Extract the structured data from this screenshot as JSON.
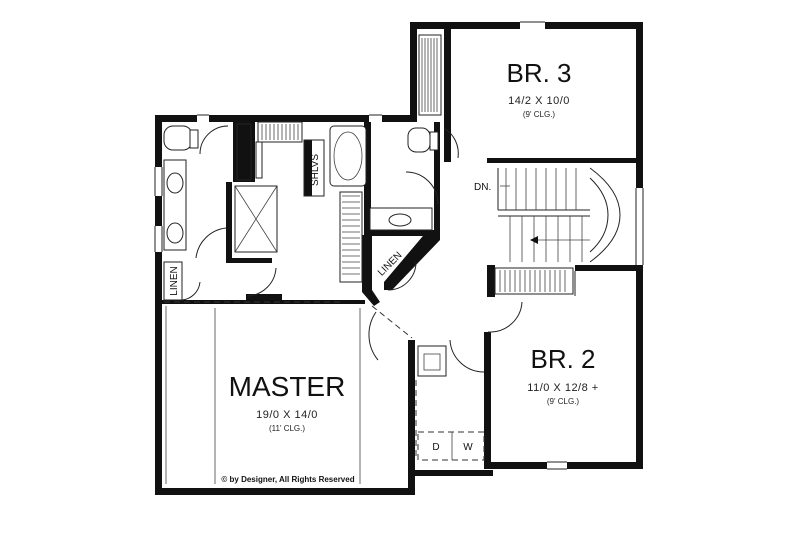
{
  "rooms": {
    "br3": {
      "name": "BR. 3",
      "dims": "14/2  X  10/0",
      "ceiling": "(9'  CLG.)"
    },
    "br2": {
      "name": "BR. 2",
      "dims": "11/0  X  12/8  +",
      "ceiling": "(9'  CLG.)"
    },
    "master": {
      "name": "MASTER",
      "dims": "19/0  X  14/0",
      "ceiling": "(11'  CLG.)"
    }
  },
  "labels": {
    "shlvs": "SHLVS",
    "linen_left": "LINEN",
    "linen_hall": "LINEN",
    "stair_down": "DN.",
    "dryer": "D",
    "washer": "W"
  },
  "copyright": "© by Designer, All Rights Reserved"
}
